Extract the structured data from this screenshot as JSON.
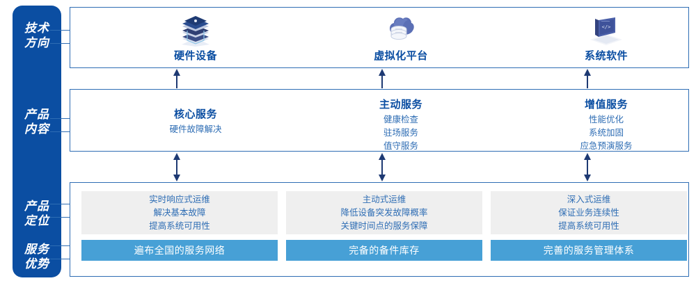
{
  "rail": {
    "labels": [
      {
        "name": "tech-direction",
        "line1": "技术",
        "line2": "方向"
      },
      {
        "name": "product-content",
        "line1": "产品",
        "line2": "内容"
      },
      {
        "name": "product-position",
        "line1": "产品",
        "line2": "定位"
      },
      {
        "name": "service-advantage",
        "line1": "服务",
        "line2": "优势"
      }
    ]
  },
  "colors": {
    "rail_bg": "#0B4EA2",
    "panel_border": "#2E6DB4",
    "title_blue": "#0B4EA2",
    "text_blue": "#2E6DB4",
    "grey_box": "#EFEFEF",
    "blue_bar": "#47A0D6",
    "white": "#FFFFFF"
  },
  "tech": {
    "columns": [
      {
        "icon": "server-stack-icon",
        "title": "硬件设备"
      },
      {
        "icon": "cloud-database-icon",
        "title": "虚拟化平台"
      },
      {
        "icon": "laptop-code-icon",
        "title": "系统软件"
      }
    ]
  },
  "content": {
    "columns": [
      {
        "title": "核心服务",
        "items": [
          "硬件故障解决"
        ]
      },
      {
        "title": "主动服务",
        "items": [
          "健康检查",
          "驻场服务",
          "值守服务"
        ]
      },
      {
        "title": "增值服务",
        "items": [
          "性能优化",
          "系统加固",
          "应急预演服务"
        ]
      }
    ]
  },
  "position": {
    "columns": [
      {
        "lines": [
          "实时响应式运维",
          "解决基本故障",
          "提高系统可用性"
        ],
        "advantage": "遍布全国的服务网络"
      },
      {
        "lines": [
          "主动式运维",
          "降低设备突发故障概率",
          "关键时间点的服务保障"
        ],
        "advantage": "完备的备件库存"
      },
      {
        "lines": [
          "深入式运维",
          "保证业务连续性",
          "提高系统可用性"
        ],
        "advantage": "完善的服务管理体系"
      }
    ]
  }
}
